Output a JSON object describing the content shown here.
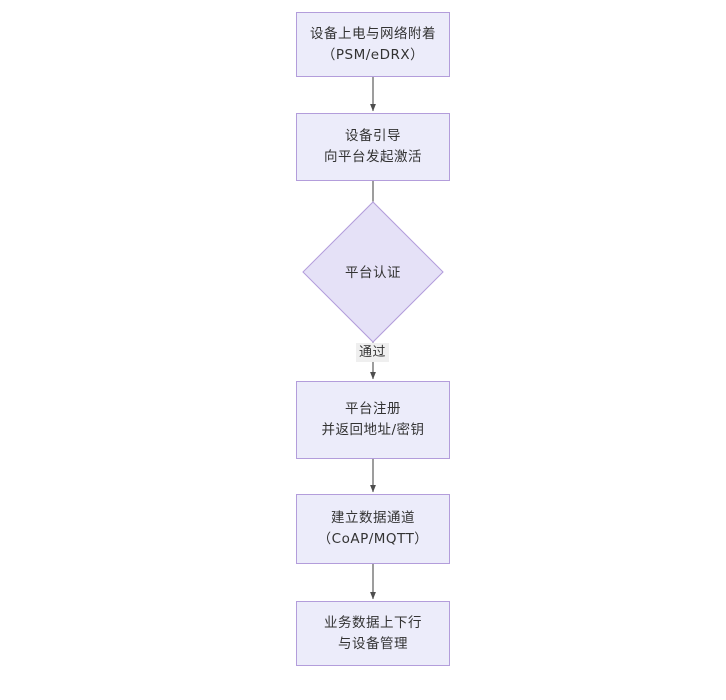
{
  "diagram": {
    "type": "flowchart",
    "orientation": "top-to-bottom",
    "background_color": "#ffffff",
    "node_fill_color": "#ececfa",
    "node_border_color": "#b39ddb",
    "connector_color": "#4d4d4d",
    "text_color": "#333333",
    "nodes": [
      {
        "id": "node-power-on",
        "shape": "rectangle",
        "lines": [
          "设备上电与网络附着",
          "（PSM/eDRX）"
        ]
      },
      {
        "id": "node-bootstrap",
        "shape": "rectangle",
        "lines": [
          "设备引导",
          "向平台发起激活"
        ]
      },
      {
        "id": "node-platform-auth",
        "shape": "diamond",
        "lines": [
          "平台认证"
        ]
      },
      {
        "id": "node-platform-register",
        "shape": "rectangle",
        "lines": [
          "平台注册",
          "并返回地址/密钥"
        ]
      },
      {
        "id": "node-data-channel",
        "shape": "rectangle",
        "lines": [
          "建立数据通道",
          "（CoAP/MQTT）"
        ]
      },
      {
        "id": "node-business-data",
        "shape": "rectangle",
        "lines": [
          "业务数据上下行",
          "与设备管理"
        ]
      }
    ],
    "edges": [
      {
        "id": "edge-1",
        "from": "node-power-on",
        "to": "node-bootstrap",
        "label": ""
      },
      {
        "id": "edge-2",
        "from": "node-bootstrap",
        "to": "node-platform-auth",
        "label": ""
      },
      {
        "id": "edge-3",
        "from": "node-platform-auth",
        "to": "node-platform-register",
        "label": "通过"
      },
      {
        "id": "edge-4",
        "from": "node-platform-register",
        "to": "node-data-channel",
        "label": ""
      },
      {
        "id": "edge-5",
        "from": "node-data-channel",
        "to": "node-business-data",
        "label": ""
      }
    ]
  }
}
